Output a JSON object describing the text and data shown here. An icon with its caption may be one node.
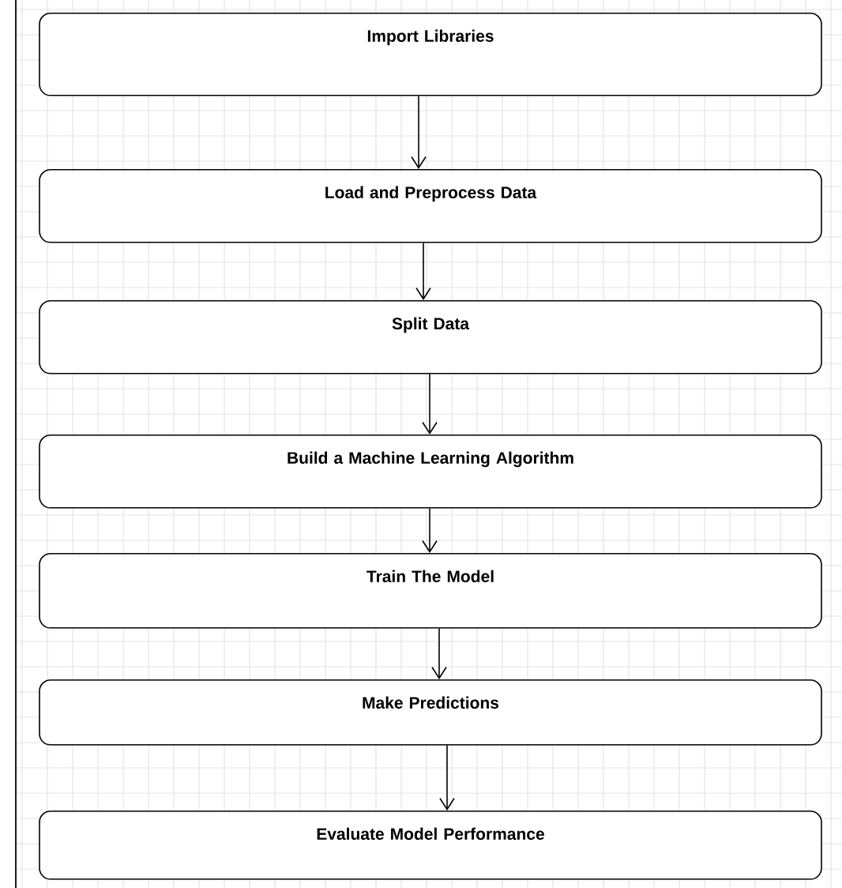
{
  "diagram": {
    "nodes": [
      {
        "text": [
          "Import Libraries"
        ]
      },
      {
        "text": [
          "Load and Preprocess Data"
        ]
      },
      {
        "text": [
          "Split Data"
        ]
      },
      {
        "text": [
          "Build a Machine Learning Algorithm"
        ]
      },
      {
        "text": [
          "Train The Model"
        ]
      },
      {
        "text": [
          "Make Predictions"
        ]
      },
      {
        "text": [
          "Evaluate Model Performance"
        ]
      }
    ],
    "edges": [
      {
        "from": 0,
        "to": 1,
        "arrow": "to"
      },
      {
        "from": 1,
        "to": 2,
        "arrow": "to"
      },
      {
        "from": 2,
        "to": 3,
        "arrow": "to"
      },
      {
        "from": 3,
        "to": 4,
        "arrow": "to"
      },
      {
        "from": 4,
        "to": 5,
        "arrow": "to"
      },
      {
        "from": 5,
        "to": 6,
        "arrow": "to"
      }
    ]
  }
}
